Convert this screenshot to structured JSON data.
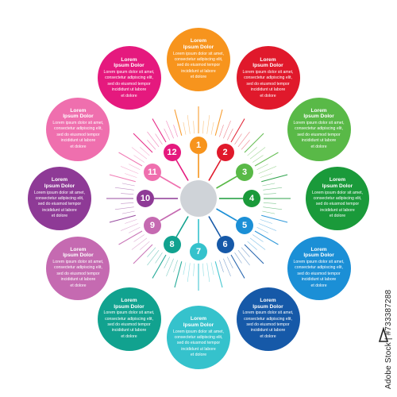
{
  "diagram": {
    "center": "",
    "steps": [
      {
        "number": "1",
        "color": "#f7941d",
        "title": "Lorem\nIpsum Dolor",
        "body": "Lorem ipsum dolor sit amet,\nconsectetur adipiscing elit,\nsed do eiusmod tempor\nincididunt ut labore\net dolore"
      },
      {
        "number": "2",
        "color": "#e0192b",
        "title": "Lorem\nIpsum Dolor",
        "body": "Lorem ipsum dolor sit amet,\nconsectetur adipiscing elit,\nsed do eiusmod tempor\nincididunt ut labore\net dolore"
      },
      {
        "number": "3",
        "color": "#59b947",
        "title": "Lorem\nIpsum Dolor",
        "body": "Lorem ipsum dolor sit amet,\nconsectetur adipiscing elit,\nsed do eiusmod tempor\nincididunt ut labore\net dolore"
      },
      {
        "number": "4",
        "color": "#1a9a3a",
        "title": "Lorem\nIpsum Dolor",
        "body": "Lorem ipsum dolor sit amet,\nconsectetur adipiscing elit,\nsed do eiusmod tempor\nincididunt ut labore\net dolore"
      },
      {
        "number": "5",
        "color": "#1b8fd6",
        "title": "Lorem\nIpsum Dolor",
        "body": "Lorem ipsum dolor sit amet,\nconsectetur adipiscing elit,\nsed do eiusmod tempor\nincididunt ut labore\net dolore"
      },
      {
        "number": "6",
        "color": "#1659a8",
        "title": "Lorem\nIpsum Dolor",
        "body": "Lorem ipsum dolor sit amet,\nconsectetur adipiscing elit,\nsed do eiusmod tempor\nincididunt ut labore\net dolore"
      },
      {
        "number": "7",
        "color": "#35c2cc",
        "title": "Lorem\nIpsum Dolor",
        "body": "Lorem ipsum dolor sit amet,\nconsectetur adipiscing elit,\nsed do eiusmod tempor\nincididunt ut labore\net dolore"
      },
      {
        "number": "8",
        "color": "#11a28f",
        "title": "Lorem\nIpsum Dolor",
        "body": "Lorem ipsum dolor sit amet,\nconsectetur adipiscing elit,\nsed do eiusmod tempor\nincididunt ut labore\net dolore"
      },
      {
        "number": "9",
        "color": "#c56ab1",
        "title": "Lorem\nIpsum Dolor",
        "body": "Lorem ipsum dolor sit amet,\nconsectetur adipiscing elit,\nsed do eiusmod tempor\nincididunt ut labore\net dolore"
      },
      {
        "number": "10",
        "color": "#8e3a96",
        "title": "Lorem\nIpsum Dolor",
        "body": "Lorem ipsum dolor sit amet,\nconsectetur adipiscing elit,\nsed do eiusmod tempor\nincididunt ut labore\net dolore"
      },
      {
        "number": "11",
        "color": "#ef6fae",
        "title": "Lorem\nIpsum Dolor",
        "body": "Lorem ipsum dolor sit amet,\nconsectetur adipiscing elit,\nsed do eiusmod tempor\nincididunt ut labore\net dolore"
      },
      {
        "number": "12",
        "color": "#e5197e",
        "title": "Lorem\nIpsum Dolor",
        "body": "Lorem ipsum dolor sit amet,\nconsectetur adipiscing elit,\nsed do eiusmod tempor\nincididunt ut labore\net dolore"
      }
    ]
  },
  "watermark": {
    "side_text": "Adobe Stock | #733387288"
  }
}
